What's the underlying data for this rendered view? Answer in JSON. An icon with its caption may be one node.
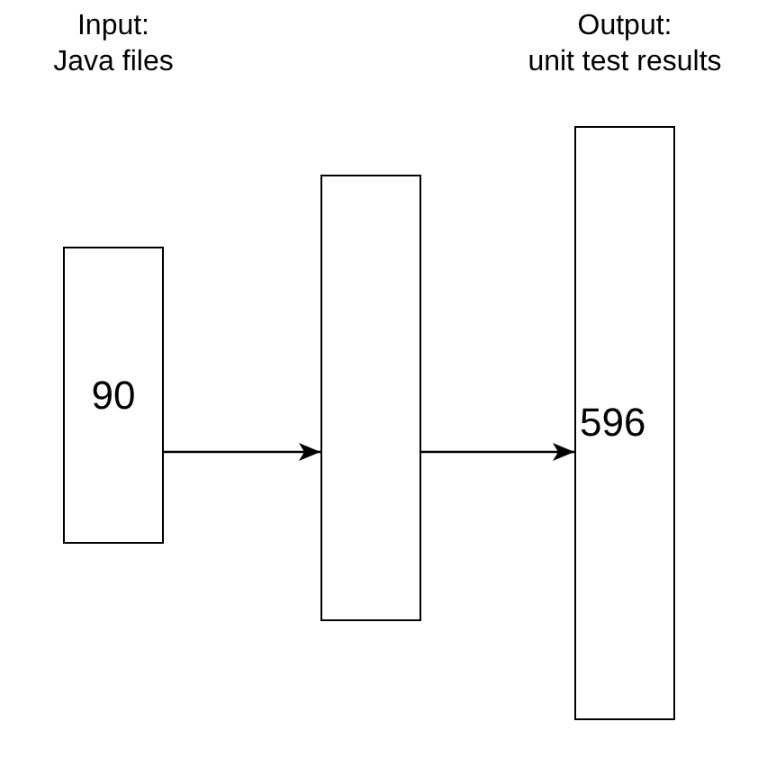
{
  "diagram": {
    "nodes": [
      {
        "text": [
          "90"
        ]
      },
      {
        "text": [],
        "shape": "box"
      },
      {
        "text": [
          "596"
        ]
      }
    ],
    "edges": [
      {
        "from": 0,
        "to": 1,
        "arrow": "to"
      },
      {
        "from": 1,
        "to": 2,
        "arrow": "to"
      }
    ],
    "labels": [
      "Input: Java files",
      "Output: unit test results"
    ]
  }
}
